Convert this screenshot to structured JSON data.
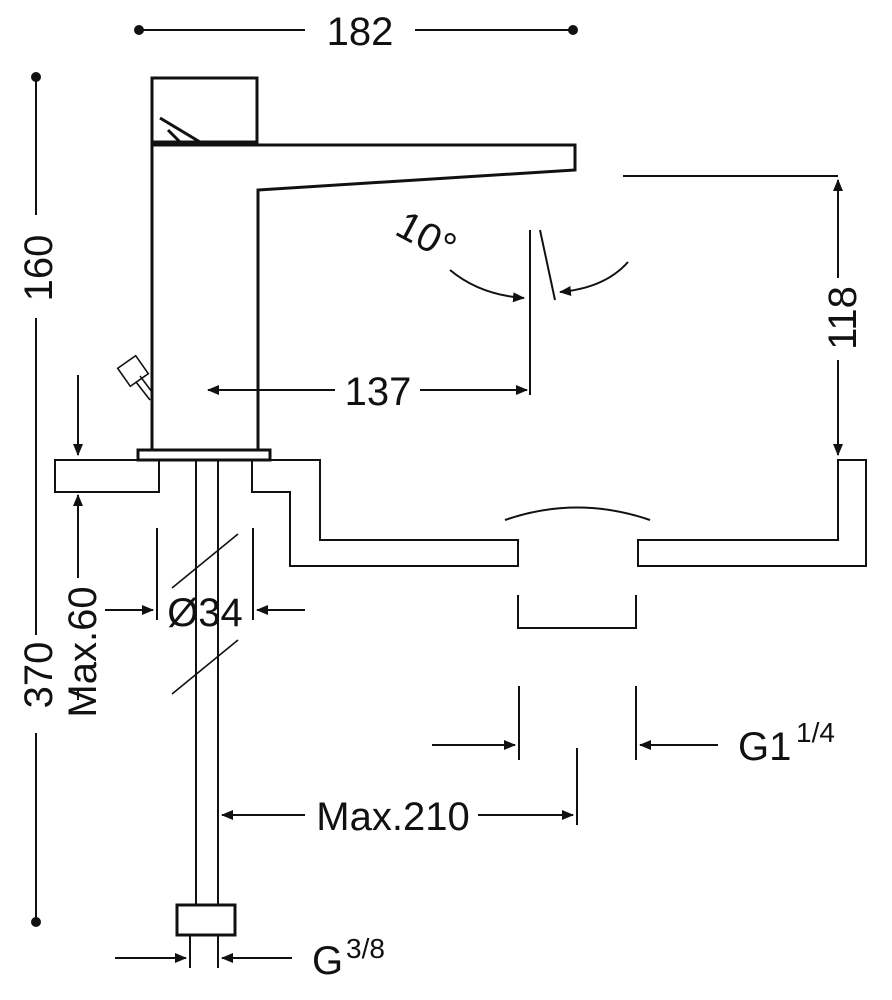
{
  "drawing": {
    "dimensions": {
      "width_total": "182",
      "height_spout": "160",
      "height_total": "370",
      "deck_thickness": "Max.60",
      "reach": "137",
      "spout_height_above_basin": "118",
      "angle": "10°",
      "hole_diameter": "Ø34",
      "hose_reach": "Max.210",
      "waste_thread": "G1",
      "waste_thread_fraction": "1/4",
      "inlet_thread": "G",
      "inlet_thread_fraction": "3/8"
    }
  }
}
